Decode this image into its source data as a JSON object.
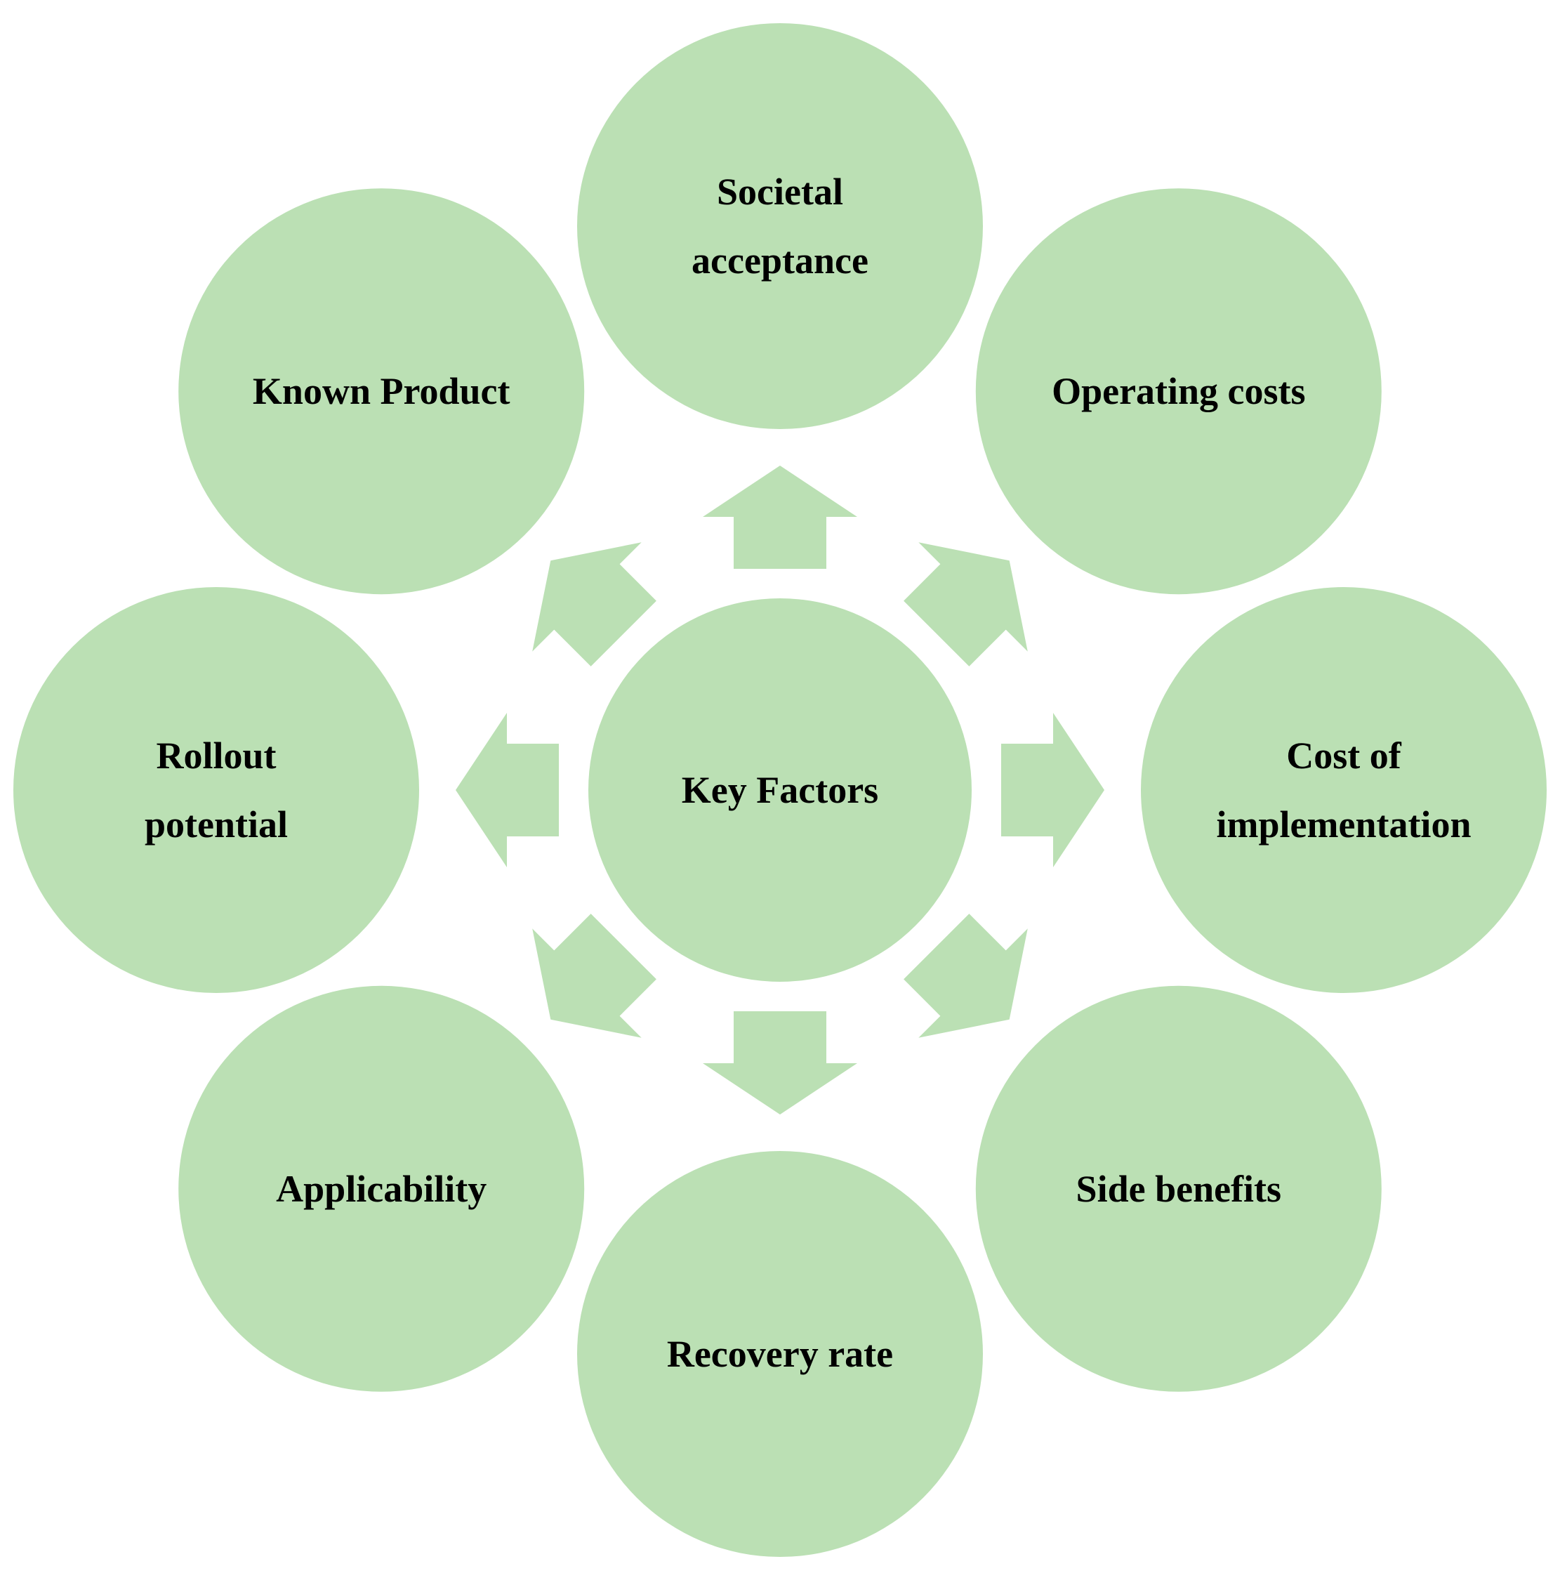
{
  "colors": {
    "node_fill": "#bbe0b4",
    "arrow_fill": "#bbe0b4",
    "text": "#000000",
    "background": "#ffffff"
  },
  "center": {
    "lines": [
      "Key Factors"
    ]
  },
  "nodes": [
    {
      "id": "societal-acceptance",
      "lines": [
        "Societal",
        "acceptance"
      ]
    },
    {
      "id": "operating-costs",
      "lines": [
        "Operating costs"
      ]
    },
    {
      "id": "cost-of-implementation",
      "lines": [
        "Cost of",
        "implementation"
      ]
    },
    {
      "id": "side-benefits",
      "lines": [
        "Side benefits"
      ]
    },
    {
      "id": "recovery-rate",
      "lines": [
        "Recovery rate"
      ]
    },
    {
      "id": "applicability",
      "lines": [
        "Applicability"
      ]
    },
    {
      "id": "rollout-potential",
      "lines": [
        "Rollout",
        "potential"
      ]
    },
    {
      "id": "known-product",
      "lines": [
        "Known Product"
      ]
    }
  ]
}
